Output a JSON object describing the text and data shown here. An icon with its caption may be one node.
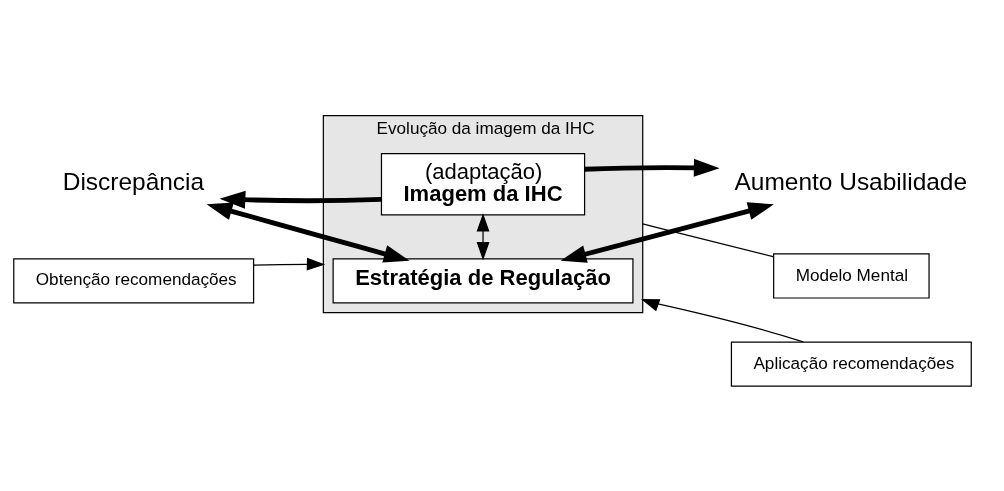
{
  "diagram": {
    "nodes": [
      {
        "text": [
          "Evolução da imagem da IHC"
        ]
      },
      {
        "text": [
          "Discrepância"
        ]
      },
      {
        "text": [
          "(adaptação)",
          "Imagem da IHC"
        ],
        "in": 0
      },
      {
        "text": [
          "Aumento Usabilidade"
        ]
      },
      {
        "text": [
          "Estratégia de Regulação"
        ],
        "in": 0
      },
      {
        "text": [
          "Obtenção recomendações"
        ]
      },
      {
        "text": [
          "Aplicação recomendações"
        ]
      },
      {
        "text": [
          "Modelo Mental"
        ]
      }
    ],
    "edges": [
      {
        "from": 2,
        "to": 1,
        "arrow": "to",
        "style": "thick"
      },
      {
        "from": 2,
        "to": 3,
        "arrow": "to",
        "style": "thick"
      },
      {
        "from": 2,
        "to": 4,
        "arrow": "both"
      },
      {
        "from": 1,
        "to": 4,
        "arrow": "both",
        "style": "thick"
      },
      {
        "from": 3,
        "to": 4,
        "arrow": "both",
        "style": "thick"
      },
      {
        "from": 5,
        "to": 0,
        "arrow": "to"
      },
      {
        "from": 6,
        "to": 0,
        "arrow": "to"
      },
      {
        "from": 0,
        "to": 7,
        "arrow": "none"
      }
    ]
  }
}
